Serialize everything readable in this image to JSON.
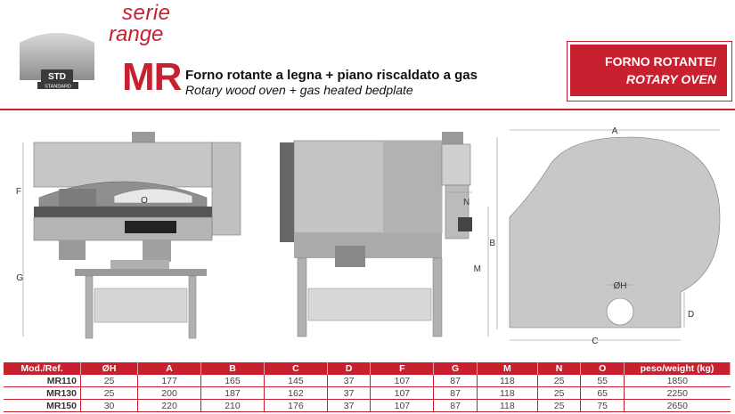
{
  "header": {
    "serie": "serie",
    "range": "range",
    "model": "MR",
    "title_it": "Forno rotante a legna + piano riscaldato a gas",
    "title_en": "Rotary wood oven + gas heated bedplate",
    "std_badge": "STD",
    "std_sub": "STANDARD",
    "badge_it": "FORNO ROTANTE/",
    "badge_en": "ROTARY OVEN"
  },
  "colors": {
    "accent": "#c8202f",
    "oven_body": "#c4c4c4",
    "oven_dark": "#8a8a8a"
  },
  "drawings": {
    "front": {
      "dim_F": "F",
      "dim_G": "G",
      "dim_O": "O"
    },
    "side": {
      "dim_N": "N",
      "dim_M": "M"
    },
    "top": {
      "dim_A": "A",
      "dim_B": "B",
      "dim_C": "C",
      "dim_D": "D",
      "dim_OH": "ØH"
    }
  },
  "table": {
    "headers": [
      "Mod./Ref.",
      "ØH",
      "A",
      "B",
      "C",
      "D",
      "F",
      "G",
      "M",
      "N",
      "O",
      "peso/weight (kg)"
    ],
    "rows": [
      [
        "MR110",
        "25",
        "177",
        "165",
        "145",
        "37",
        "107",
        "87",
        "118",
        "25",
        "55",
        "1850"
      ],
      [
        "MR130",
        "25",
        "200",
        "187",
        "162",
        "37",
        "107",
        "87",
        "118",
        "25",
        "65",
        "2250"
      ],
      [
        "MR150",
        "30",
        "220",
        "210",
        "176",
        "37",
        "107",
        "87",
        "118",
        "25",
        "75",
        "2650"
      ]
    ]
  }
}
